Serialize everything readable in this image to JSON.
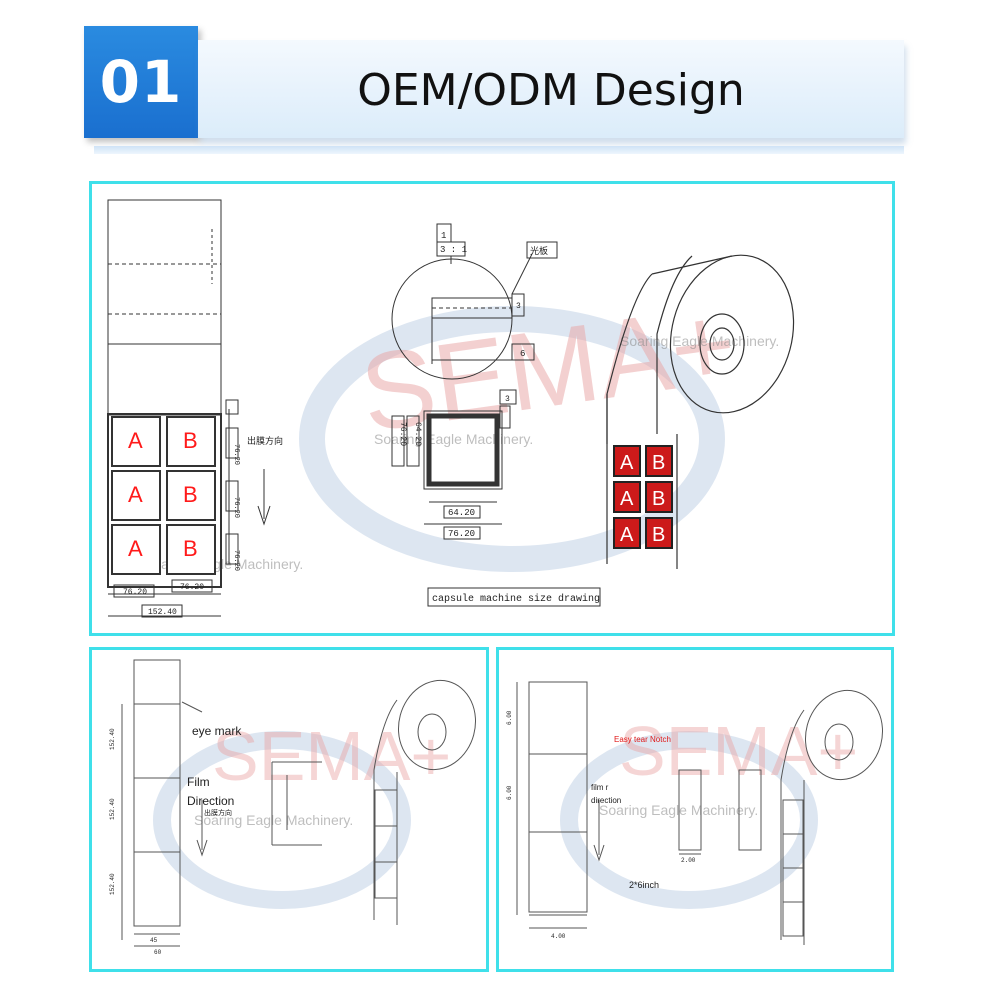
{
  "header": {
    "number": "01",
    "title": "OEM/ODM Design"
  },
  "watermark": {
    "brand": "SEMA+",
    "company": "Soaring Eagle Machinery."
  },
  "top_panel": {
    "label_a": "A",
    "label_b": "B",
    "dim_cell_w": "76.20",
    "dim_total_w": "152.40",
    "dim_cell_h": "76.20",
    "film_direction_cn": "出膜方向",
    "detail_1": "1",
    "detail_scale": "3 : 1",
    "detail_note_cn": "光板",
    "dim_inner": "64.20",
    "dim_outer": "76.20",
    "dim_small_3": "3",
    "dim_small_6": "6",
    "dim_6": "6",
    "caption": "capsule machine size drawing"
  },
  "bottom_left": {
    "eye_mark": "eye mark",
    "film": "Film",
    "direction": "Direction",
    "direction_cn": "出膜方向",
    "dim_152": "152.40",
    "dim_45": "45",
    "dim_60": "60"
  },
  "bottom_right": {
    "easy_tear": "Easy tear Notch",
    "film_r": "film r",
    "direction": "direction",
    "size": "2*6inch",
    "dim_600": "6.00",
    "dim_200": "2.00",
    "dim_400": "4.00"
  },
  "colors": {
    "accent_blue": "#1a6fcf",
    "panel_border": "#3fe0ea",
    "label_red": "#ff1a1a"
  }
}
